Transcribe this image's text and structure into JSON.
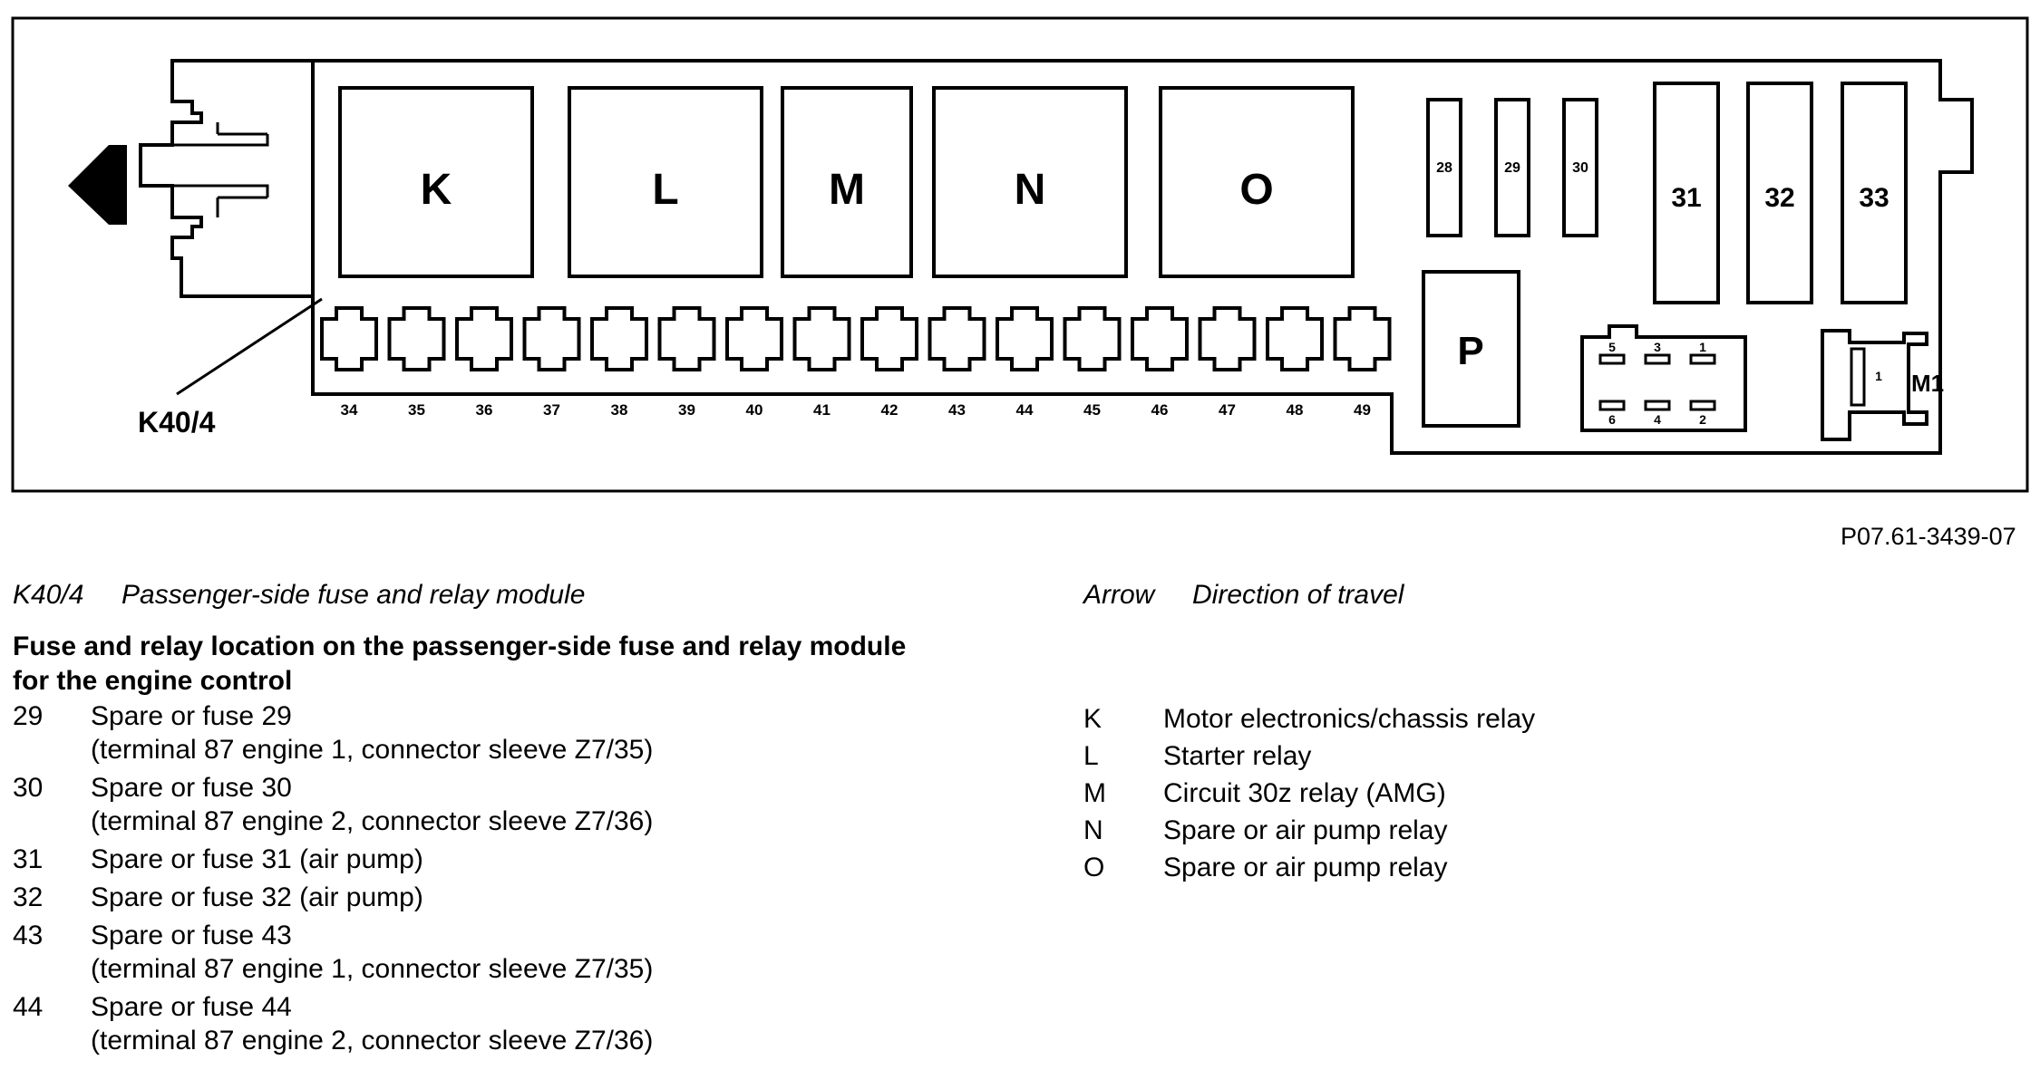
{
  "diagram": {
    "module_label": "K40/4",
    "relays": [
      {
        "id": "K"
      },
      {
        "id": "L"
      },
      {
        "id": "M"
      },
      {
        "id": "N"
      },
      {
        "id": "O"
      },
      {
        "id": "P"
      }
    ],
    "small_fuses": [
      "28",
      "29",
      "30"
    ],
    "large_fuses": [
      "31",
      "32",
      "33"
    ],
    "bottom_fuses": [
      "34",
      "35",
      "36",
      "37",
      "38",
      "39",
      "40",
      "41",
      "42",
      "43",
      "44",
      "45",
      "46",
      "47",
      "48",
      "49"
    ],
    "connector_pins": [
      "5",
      "3",
      "1",
      "6",
      "4",
      "2"
    ],
    "m1": {
      "pin": "1",
      "label": "M1"
    }
  },
  "figure_ref": "P07.61-3439-07",
  "captions": {
    "module": {
      "code": "K40/4",
      "text": "Passenger-side fuse and relay module"
    },
    "arrow": {
      "code": "Arrow",
      "text": "Direction of travel"
    }
  },
  "heading": "Fuse and relay location on the passenger-side fuse and relay module for the engine control",
  "fuse_list": [
    {
      "num": "29",
      "desc": "Spare or fuse 29\n(terminal 87 engine 1, connector sleeve Z7/35)"
    },
    {
      "num": "30",
      "desc": "Spare or fuse 30\n(terminal 87 engine 2, connector sleeve Z7/36)"
    },
    {
      "num": "31",
      "desc": "Spare or fuse 31 (air pump)"
    },
    {
      "num": "32",
      "desc": "Spare or fuse 32 (air pump)"
    },
    {
      "num": "43",
      "desc": "Spare or fuse 43\n(terminal 87 engine 1, connector sleeve Z7/35)"
    },
    {
      "num": "44",
      "desc": "Spare or fuse 44\n(terminal 87 engine 2, connector sleeve Z7/36)"
    }
  ],
  "relay_list": [
    {
      "num": "K",
      "desc": "Motor electronics/chassis relay"
    },
    {
      "num": "L",
      "desc": "Starter relay"
    },
    {
      "num": "M",
      "desc": "Circuit 30z relay (AMG)"
    },
    {
      "num": "N",
      "desc": "Spare or air pump relay"
    },
    {
      "num": "O",
      "desc": "Spare or air pump relay"
    }
  ],
  "colors": {
    "ink": "#000000",
    "paper": "#ffffff"
  },
  "icons": {
    "arrow": "direction-arrow-icon"
  }
}
